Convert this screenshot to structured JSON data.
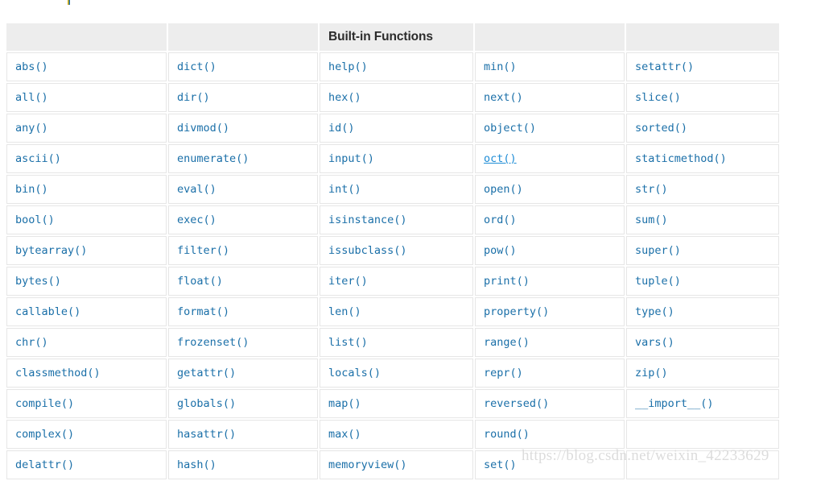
{
  "page": {
    "background_color": "#ffffff",
    "top_fragment_colors": [
      "#e3b40a",
      "#1f6fa8"
    ]
  },
  "colors": {
    "link": "#1a6fa8",
    "link_active": "#1f8dd6",
    "header_bg": "#ededed",
    "header_text": "#2b2b2b",
    "cell_border": "#e6e6e6",
    "watermark": "#dcdcdc"
  },
  "table": {
    "title": "Built-in Functions",
    "title_column_index": 2,
    "column_count": 5,
    "row_count": 16,
    "headers": [
      "",
      "",
      "Built-in Functions",
      "",
      ""
    ],
    "rows": [
      [
        "abs()",
        "dict()",
        "help()",
        "min()",
        "setattr()"
      ],
      [
        "all()",
        "dir()",
        "hex()",
        "next()",
        "slice()"
      ],
      [
        "any()",
        "divmod()",
        "id()",
        "object()",
        "sorted()"
      ],
      [
        "ascii()",
        "enumerate()",
        "input()",
        "oct()",
        "staticmethod()"
      ],
      [
        "bin()",
        "eval()",
        "int()",
        "open()",
        "str()"
      ],
      [
        "bool()",
        "exec()",
        "isinstance()",
        "ord()",
        "sum()"
      ],
      [
        "bytearray()",
        "filter()",
        "issubclass()",
        "pow()",
        "super()"
      ],
      [
        "bytes()",
        "float()",
        "iter()",
        "print()",
        "tuple()"
      ],
      [
        "callable()",
        "format()",
        "len()",
        "property()",
        "type()"
      ],
      [
        "chr()",
        "frozenset()",
        "list()",
        "range()",
        "vars()"
      ],
      [
        "classmethod()",
        "getattr()",
        "locals()",
        "repr()",
        "zip()"
      ],
      [
        "compile()",
        "globals()",
        "map()",
        "reversed()",
        "__import__()"
      ],
      [
        "complex()",
        "hasattr()",
        "max()",
        "round()",
        ""
      ],
      [
        "delattr()",
        "hash()",
        "memoryview()",
        "set()",
        ""
      ]
    ],
    "highlighted_cell": {
      "row": 3,
      "column": 3,
      "value": "oct()",
      "state": "underlined-link"
    }
  },
  "watermark": {
    "text": "https://blog.csdn.net/weixin_42233629"
  }
}
